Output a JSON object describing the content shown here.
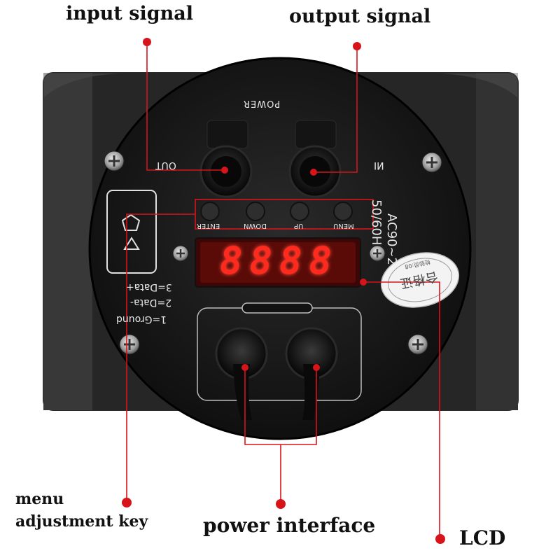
{
  "callouts": {
    "input_signal": "input signal",
    "output_signal": "output signal",
    "menu_line1": "menu",
    "menu_line2": "adjustment key",
    "power_interface": "power interface",
    "lcd": "LCD"
  },
  "panel": {
    "power_label": "POWER",
    "out_label": "OUT",
    "in_label": "IN",
    "buttons": [
      "ENTER",
      "DOWN",
      "UP",
      "MENU"
    ],
    "display_digits": "8888",
    "dmx_lines": [
      "3=Data+",
      "2=Data-",
      "1=Ground"
    ],
    "voltage_line1": "AC90~2",
    "voltage_line2": "50/60H",
    "seal_text": "合格证",
    "seal_sub": "检验员:08"
  },
  "colors": {
    "callout_red": "#d6141a",
    "panel_dark": "#1b1b1b",
    "display_red": "#ff2a1e"
  }
}
